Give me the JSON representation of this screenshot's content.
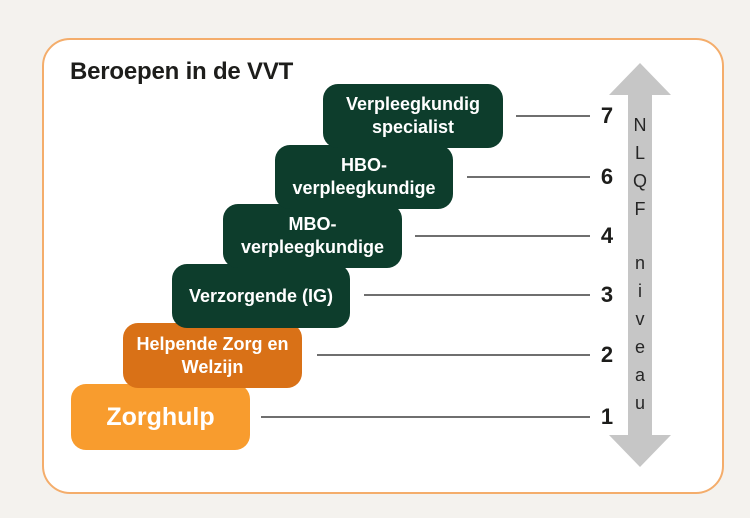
{
  "title": "Beroepen in de VVT",
  "levels": [
    {
      "label": "Verpleegkundig specialist",
      "lines": [
        "Verpleegkundig",
        "specialist"
      ],
      "level": "7",
      "color": "#0d3d2c"
    },
    {
      "label": "HBO-verpleegkundige",
      "lines": [
        "HBO-",
        "verpleegkundige"
      ],
      "level": "6",
      "color": "#0d3d2c"
    },
    {
      "label": "MBO-verpleegkundige",
      "lines": [
        "MBO-",
        "verpleegkundige"
      ],
      "level": "4",
      "color": "#0d3d2c"
    },
    {
      "label": "Verzorgende (IG)",
      "lines": [
        "Verzorgende (IG)"
      ],
      "level": "3",
      "color": "#0d3d2c"
    },
    {
      "label": "Helpende Zorg en Welzijn",
      "lines": [
        "Helpende Zorg en",
        "Welzijn"
      ],
      "level": "2",
      "color": "#d97117"
    },
    {
      "label": "Zorghulp",
      "lines": [
        "Zorghulp"
      ],
      "level": "1",
      "color": "#f89c2e"
    }
  ],
  "axis": {
    "label": "NLQF niveau",
    "letters": [
      "N",
      "L",
      "Q",
      "F",
      "n",
      "i",
      "v",
      "e",
      "a",
      "u"
    ],
    "level_numbers": [
      "7",
      "6",
      "4",
      "3",
      "2",
      "1"
    ]
  },
  "colors": {
    "dark_green": "#0d3d2c",
    "dark_orange": "#d97117",
    "light_orange": "#f89c2e",
    "arrow_gray": "#c6c6c6",
    "connector_gray": "#6f6f6f",
    "card_border_orange": "#f4ad6b",
    "page_background": "#f4f2ee",
    "card_background": "#ffffff",
    "text_dark": "#1d1d1b"
  }
}
